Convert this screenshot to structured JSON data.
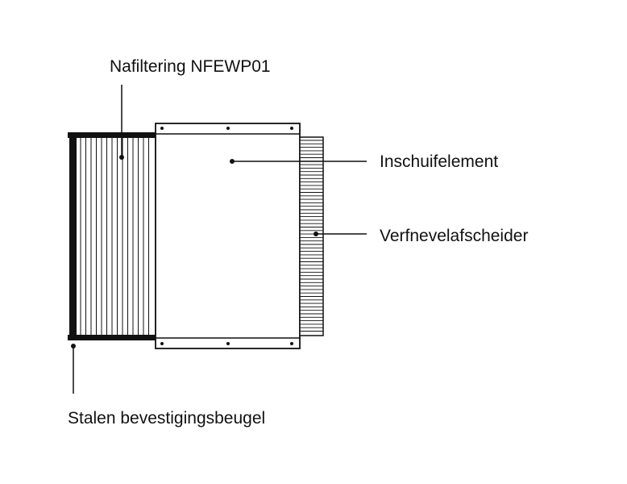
{
  "labels": {
    "nafiltering": "Nafiltering NFEWP01",
    "inschuifelement": "Inschuifelement",
    "verfnevelafscheider": "Verfnevelafscheider",
    "stalen_beugel": "Stalen bevestigingsbeugel"
  },
  "colors": {
    "line": "#111111",
    "background": "#ffffff"
  }
}
